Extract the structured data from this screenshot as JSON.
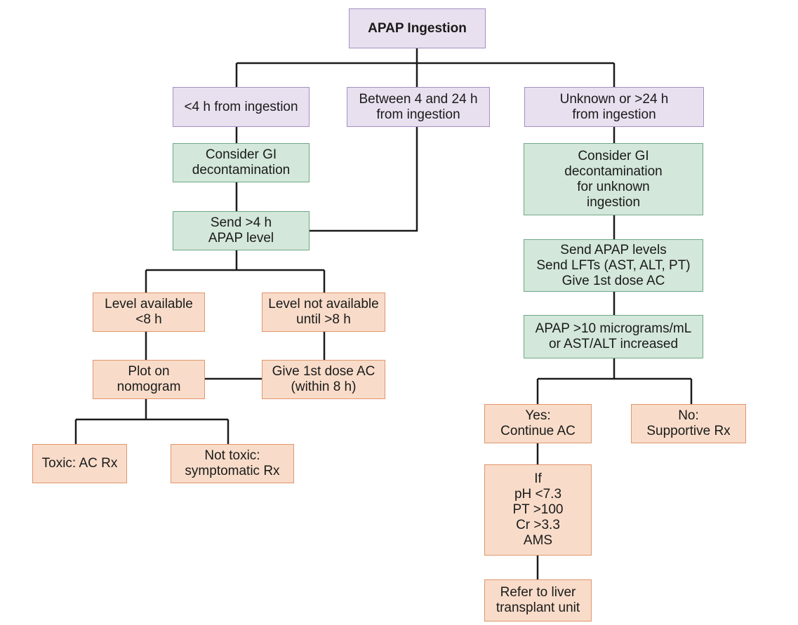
{
  "colors": {
    "purple_fill": "#e8e0ef",
    "green_fill": "#d3e7da",
    "orange_fill": "#f8dcc9",
    "line": "#1a1a1a"
  },
  "nodes": {
    "root": "APAP Ingestion",
    "lt4h": "<4 h from ingestion",
    "between": "Between 4 and 24 h\nfrom ingestion",
    "unknown": "Unknown or >24 h\nfrom ingestion",
    "gi_left": "Consider GI\ndecontamination",
    "send4h": "Send >4 h\nAPAP level",
    "gi_right": "Consider GI\ndecontamination\nfor unknown\ningestion",
    "send_levels": "Send APAP levels\nSend LFTs (AST, ALT, PT)\nGive 1st dose AC",
    "level_avail": "Level available\n<8 h",
    "level_not_avail": "Level not available\nuntil >8 h",
    "apap10": "APAP >10 micrograms/mL\nor AST/ALT increased",
    "plot": "Plot on\nnomogram",
    "give1st": "Give 1st dose AC\n(within 8 h)",
    "yes": "Yes:\nContinue AC",
    "no": "No:\nSupportive Rx",
    "toxic": "Toxic: AC Rx",
    "not_toxic": "Not toxic:\nsymptomatic Rx",
    "criteria": "If\npH <7.3\nPT >100\nCr >3.3\nAMS",
    "refer": "Refer to liver\ntransplant unit"
  }
}
